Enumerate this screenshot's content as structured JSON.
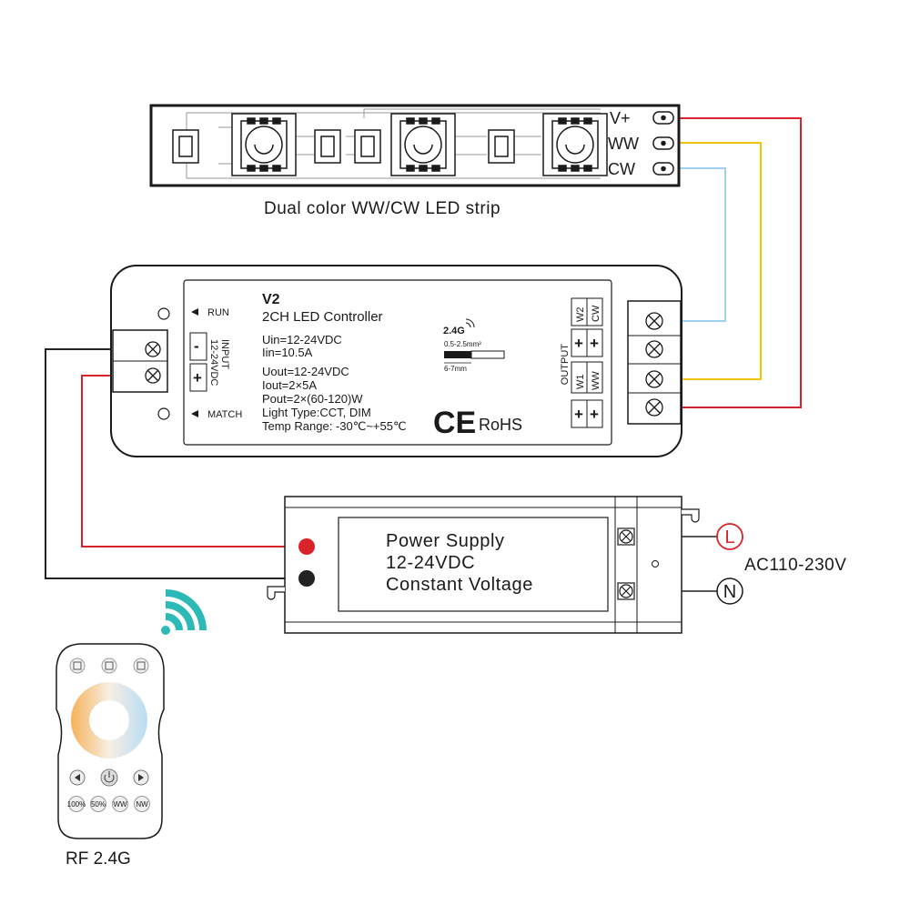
{
  "led_strip": {
    "label": "Dual color WW/CW LED strip",
    "terminals": [
      "V+",
      "WW",
      "CW"
    ]
  },
  "controller": {
    "model": "V2",
    "name": "2CH LED Controller",
    "run_label": "RUN",
    "match_label": "MATCH",
    "input_label": "INPUT",
    "input_voltage": "12-24VDC",
    "input_minus": "-",
    "input_plus": "+",
    "specs": [
      "Uin=12-24VDC",
      "Iin=10.5A",
      "Uout=12-24VDC",
      "Iout=2×5A",
      "Pout=2×(60-120)W",
      "Light Type:CCT, DIM",
      "Temp Range: -30℃~+55℃"
    ],
    "rf_band": "2.4G",
    "wire_gauge": "0.5-2.5mm²",
    "strip_length": "6-7mm",
    "output_label": "OUTPUT",
    "output_channels": [
      "W2",
      "CW",
      "W1",
      "WW"
    ],
    "plus_sign": "+",
    "ce_mark": "CE",
    "rohs": "RoHS"
  },
  "power_supply": {
    "lines": [
      "Power Supply",
      "12-24VDC",
      "Constant Voltage"
    ],
    "live_label": "L",
    "neutral_label": "N",
    "ac_label": "AC110-230V"
  },
  "remote": {
    "label": "RF 2.4G",
    "preset_buttons": [
      "100%",
      "50%",
      "WW",
      "NW"
    ]
  },
  "colors": {
    "positive_wire": "#d8232a",
    "warm_white_wire": "#f2c40f",
    "cool_white_wire": "#9fd0ee",
    "negative_wire": "#222222",
    "wireless_icon": "#2db9b5"
  }
}
